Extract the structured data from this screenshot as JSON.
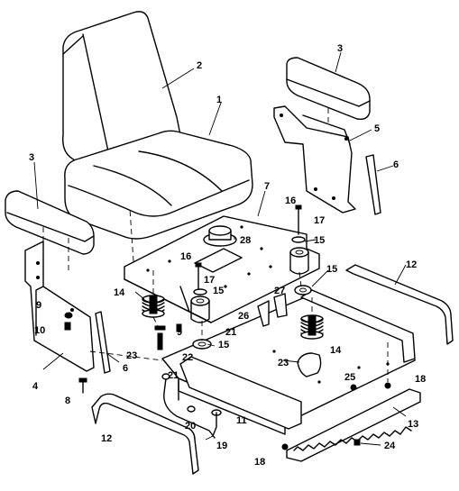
{
  "callouts": [
    {
      "id": "1",
      "label": "1"
    },
    {
      "id": "2",
      "label": "2"
    },
    {
      "id": "3a",
      "label": "3"
    },
    {
      "id": "3b",
      "label": "3"
    },
    {
      "id": "4",
      "label": "4"
    },
    {
      "id": "5",
      "label": "5"
    },
    {
      "id": "6a",
      "label": "6"
    },
    {
      "id": "6b",
      "label": "6"
    },
    {
      "id": "7",
      "label": "7"
    },
    {
      "id": "8",
      "label": "8"
    },
    {
      "id": "9a",
      "label": "9"
    },
    {
      "id": "9b",
      "label": "9"
    },
    {
      "id": "10",
      "label": "10"
    },
    {
      "id": "11",
      "label": "11"
    },
    {
      "id": "12a",
      "label": "12"
    },
    {
      "id": "12b",
      "label": "12"
    },
    {
      "id": "13",
      "label": "13"
    },
    {
      "id": "14a",
      "label": "14"
    },
    {
      "id": "14b",
      "label": "14"
    },
    {
      "id": "15a",
      "label": "15"
    },
    {
      "id": "15b",
      "label": "15"
    },
    {
      "id": "15c",
      "label": "15"
    },
    {
      "id": "15d",
      "label": "15"
    },
    {
      "id": "16a",
      "label": "16"
    },
    {
      "id": "16b",
      "label": "16"
    },
    {
      "id": "17a",
      "label": "17"
    },
    {
      "id": "17b",
      "label": "17"
    },
    {
      "id": "18a",
      "label": "18"
    },
    {
      "id": "18b",
      "label": "18"
    },
    {
      "id": "19",
      "label": "19"
    },
    {
      "id": "20",
      "label": "20"
    },
    {
      "id": "21a",
      "label": "21"
    },
    {
      "id": "21b",
      "label": "21"
    },
    {
      "id": "22",
      "label": "22"
    },
    {
      "id": "23a",
      "label": "23"
    },
    {
      "id": "23b",
      "label": "23"
    },
    {
      "id": "24",
      "label": "24"
    },
    {
      "id": "25",
      "label": "25"
    },
    {
      "id": "26",
      "label": "26"
    },
    {
      "id": "27",
      "label": "27"
    },
    {
      "id": "28",
      "label": "28"
    }
  ]
}
